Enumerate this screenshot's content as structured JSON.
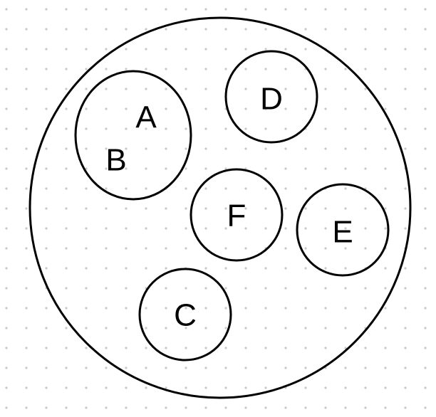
{
  "diagram": {
    "kind": "venn",
    "colors": {
      "background": "#ffffff",
      "grid_dot": "#c8c8c8",
      "stroke": "#000000",
      "text": "#000000"
    },
    "background_pattern": "dotted-grid",
    "universe": {
      "label": ""
    },
    "sets": [
      {
        "id": "set-ab",
        "elements": [
          "A",
          "B"
        ]
      },
      {
        "id": "set-d",
        "elements": [
          "D"
        ]
      },
      {
        "id": "set-f",
        "elements": [
          "F"
        ]
      },
      {
        "id": "set-e",
        "elements": [
          "E"
        ]
      },
      {
        "id": "set-c",
        "elements": [
          "C"
        ]
      }
    ],
    "labels": {
      "a": "A",
      "b": "B",
      "c": "C",
      "d": "D",
      "e": "E",
      "f": "F"
    }
  }
}
